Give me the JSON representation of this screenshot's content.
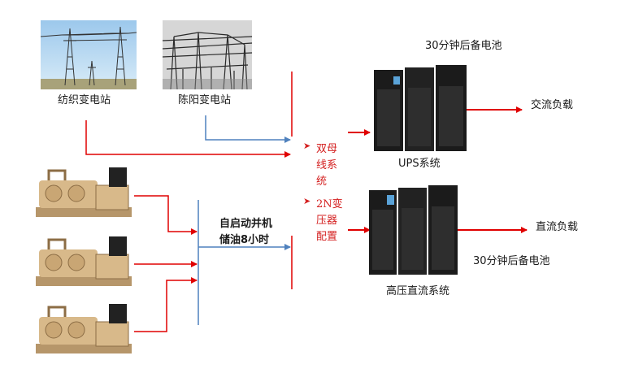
{
  "substations": [
    {
      "name": "纺织变电站"
    },
    {
      "name": "陈阳变电站"
    }
  ],
  "generator_group": {
    "line1": "自启动并机",
    "line2": "储油8小时"
  },
  "center_features": {
    "item1": {
      "bullet": "➤",
      "chars": [
        "双母",
        "线系",
        "统"
      ]
    },
    "item2": {
      "bullet": "➤",
      "chars": [
        "2N变",
        "压器",
        "配置"
      ]
    }
  },
  "ups": {
    "name": "UPS系统",
    "battery": "30分钟后备电池",
    "load": "交流负载"
  },
  "hvdc": {
    "name": "高压直流系统",
    "battery": "30分钟后备电池",
    "load": "直流负载"
  },
  "colors": {
    "red": "#e00000",
    "blue": "#4f81bd",
    "cabinet": "#1b1b1b",
    "generator": "#d8b98a"
  },
  "icons": [
    "transmission-tower-photo",
    "substation-photo",
    "diesel-generator",
    "server-cabinet"
  ]
}
